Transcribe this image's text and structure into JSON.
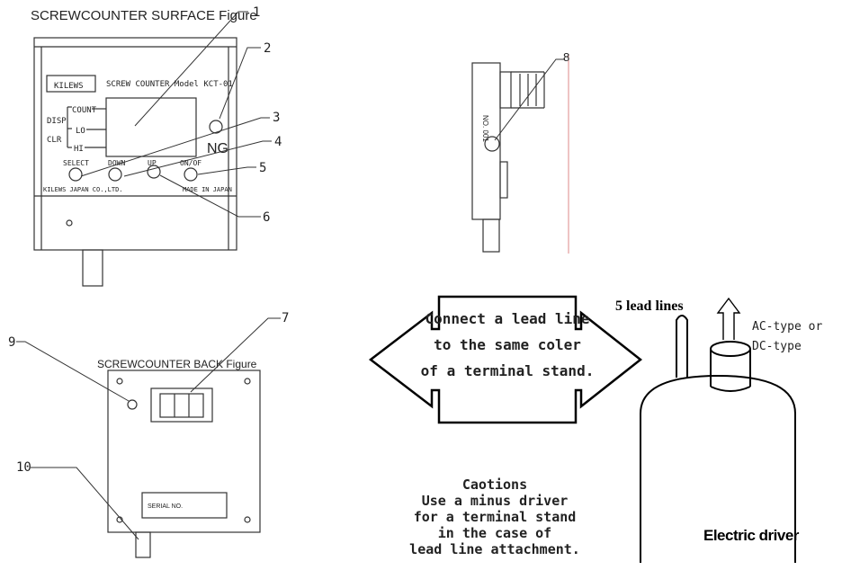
{
  "surface": {
    "title": "SCREWCOUNTER SURFACE Figure",
    "brand_box": "KILEWS",
    "model": "SCREW COUNTER Model  KCT-01",
    "disp": "DISP",
    "clr": "CLR",
    "count": "COUNT",
    "lo": "LO",
    "hi": "HI",
    "ng": "NG",
    "select": "SELECT",
    "down": "DOWN",
    "up": "UP",
    "onoff": "ON/OF",
    "maker": "KILEWS JAPAN CO.,LTD.",
    "made_in": "MADE IN JAPAN"
  },
  "side": {
    "label": "NO. 001"
  },
  "back": {
    "title": "SCREWCOUNTER BACK Figure",
    "serial": "SERIAL NO."
  },
  "callouts": [
    "1",
    "2",
    "3",
    "4",
    "5",
    "6",
    "7",
    "8",
    "9",
    "10"
  ],
  "wiring": {
    "arrow_line1": "Connect a lead line",
    "arrow_line2": "to the same coler",
    "arrow_line3": "of a terminal stand.",
    "lead_lines": "5 lead lines",
    "actype1": "AC-type or",
    "actype2": "DC-type",
    "driver": "Electric driver"
  },
  "cautions": {
    "title": "Caotions",
    "line1": "Use a minus driver",
    "line2": "for a terminal stand",
    "line3": "in the case of",
    "line4": "lead line attachment."
  }
}
